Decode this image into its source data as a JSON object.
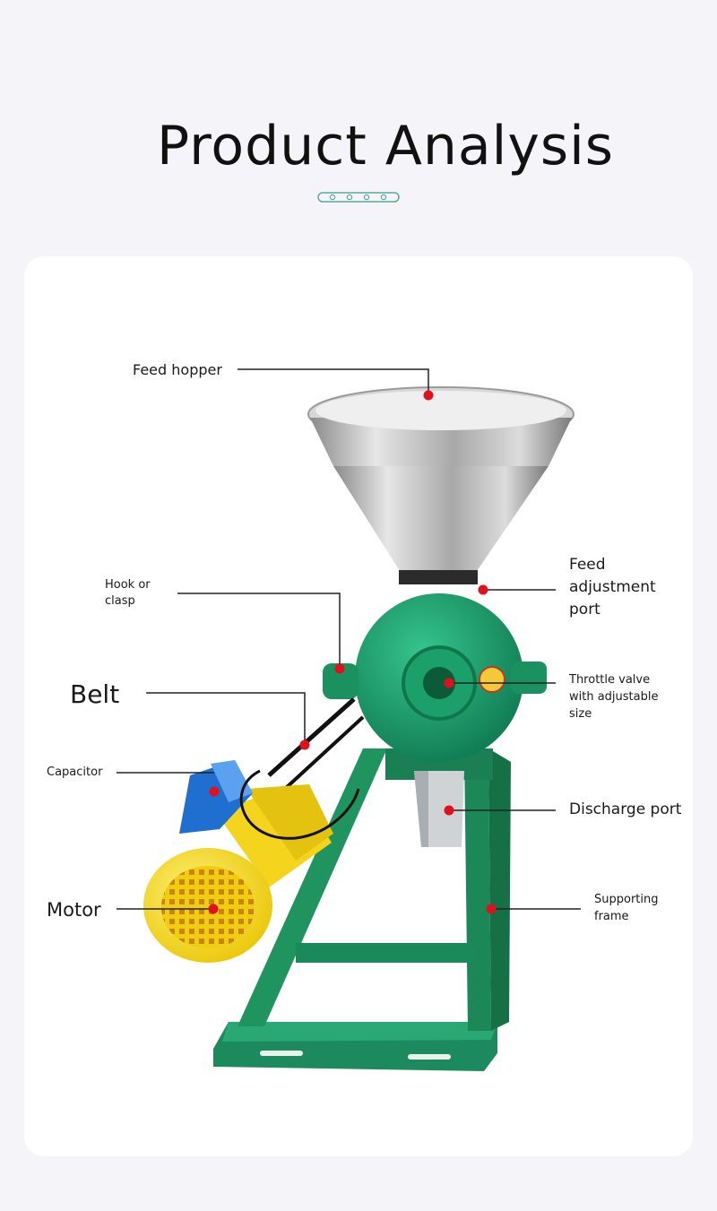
{
  "page": {
    "title": "Product Analysis"
  },
  "labels": {
    "feed_hopper": "Feed hopper",
    "hook": "Hook or clasp",
    "belt": "Belt",
    "capacitor": "Capacitor",
    "motor": "Motor",
    "feed_adjustment": "Feed adjustment port",
    "throttle_valve": "Throttle valve with adjustable size",
    "discharge_port": "Discharge port",
    "supporting_frame": "Supporting frame"
  },
  "colors": {
    "background": "#f5f5f9",
    "card": "#ffffff",
    "accent_teal": "#5aa8a0",
    "marker_red": "#e0101c",
    "machine_green": "#1e9a6a",
    "motor_yellow": "#f7dc2c",
    "capacitor_blue": "#1f6fd0"
  }
}
